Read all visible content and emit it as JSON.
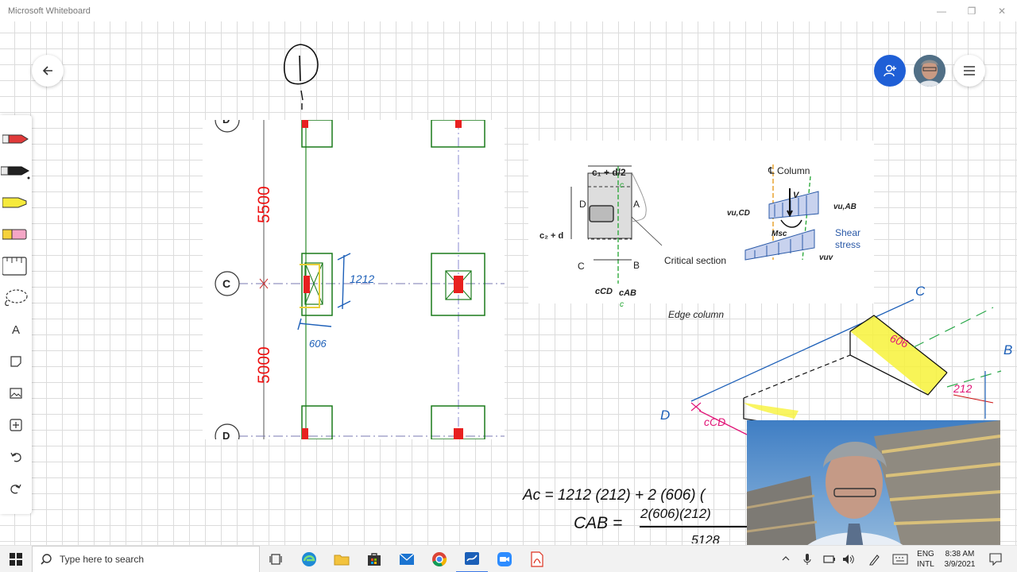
{
  "window": {
    "title": "Microsoft Whiteboard",
    "minimize": "—",
    "maximize": "❐",
    "close": "✕"
  },
  "top_controls": {
    "back_icon": "arrow-left-icon",
    "invite_icon": "person-add-icon",
    "menu_icon": "hamburger-icon"
  },
  "toolbar": {
    "tools": [
      "red-pen-icon",
      "black-pen-icon",
      "highlighter-icon",
      "eraser-icon",
      "ruler-icon",
      "lasso-icon",
      "text-icon",
      "note-icon",
      "image-icon",
      "insert-icon",
      "undo-icon",
      "redo-icon"
    ],
    "text_tool_label": "A"
  },
  "plan": {
    "dim_top": "5500",
    "dim_bottom": "5000",
    "grid_labels": [
      "D",
      "C",
      "D"
    ],
    "handwritten_width": "1212",
    "handwritten_depth": "606"
  },
  "figure": {
    "label_c1_d2": "c₁ + d/2",
    "label_c2_d": "c₂ + d",
    "corner_D": "D",
    "corner_A": "A",
    "corner_C": "C",
    "corner_B": "B",
    "label_c_top": "c",
    "label_c_bottom": "c",
    "critical_section": "Critical section",
    "label_ccd": "cCD",
    "label_cab": "cAB",
    "caption": "Edge column",
    "column_label": "℄ Column",
    "label_v": "V",
    "label_vucd": "vu,CD",
    "label_vuab": "vu,AB",
    "label_msc": "Msc",
    "shear_stress": "Shear stress",
    "label_vuv": "vuv",
    "colors": {
      "accent_blue": "#2b5aa8",
      "green": "#22a531"
    }
  },
  "sketch": {
    "label_C": "C",
    "label_B": "B",
    "label_D": "D",
    "label_606": "606",
    "label_212": "212",
    "label_ccd": "cCD"
  },
  "formulas": {
    "line1": "Ac = 1212 (212) + 2 (606) (",
    "line2_left": "CAB =",
    "line2_numerator": "2(606)(212)",
    "line3": "5128"
  },
  "taskbar": {
    "search_placeholder": "Type here to search",
    "language_top": "ENG",
    "language_bottom": "INTL",
    "time": "8:38 AM",
    "date": "3/9/2021",
    "apps": [
      "task-view-icon",
      "edge-icon",
      "file-explorer-icon",
      "store-icon",
      "mail-icon",
      "chrome-icon",
      "whiteboard-icon",
      "zoom-icon",
      "acrobat-icon"
    ]
  }
}
